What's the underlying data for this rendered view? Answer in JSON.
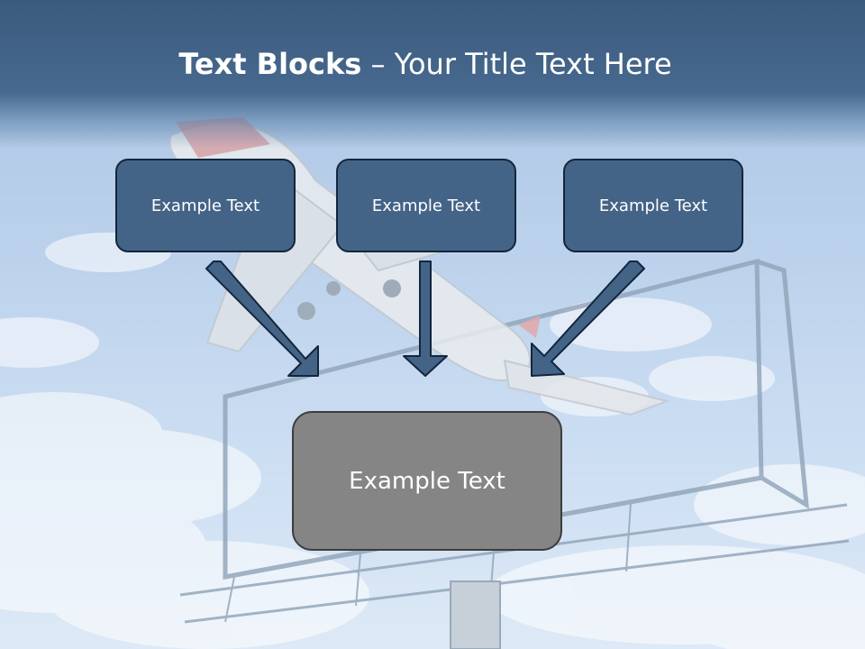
{
  "slide": {
    "title_bold": "Text Blocks",
    "title_rest": " – Your Title Text Here"
  },
  "boxes": {
    "top_left": "Example Text",
    "top_center": "Example Text",
    "top_right": "Example Text",
    "bottom": "Example Text"
  },
  "colors": {
    "title_band": "#446487",
    "box_fill": "#446487",
    "box_border": "#13263c",
    "arrow": "#446487",
    "bottom_box_fill": "#858585"
  }
}
